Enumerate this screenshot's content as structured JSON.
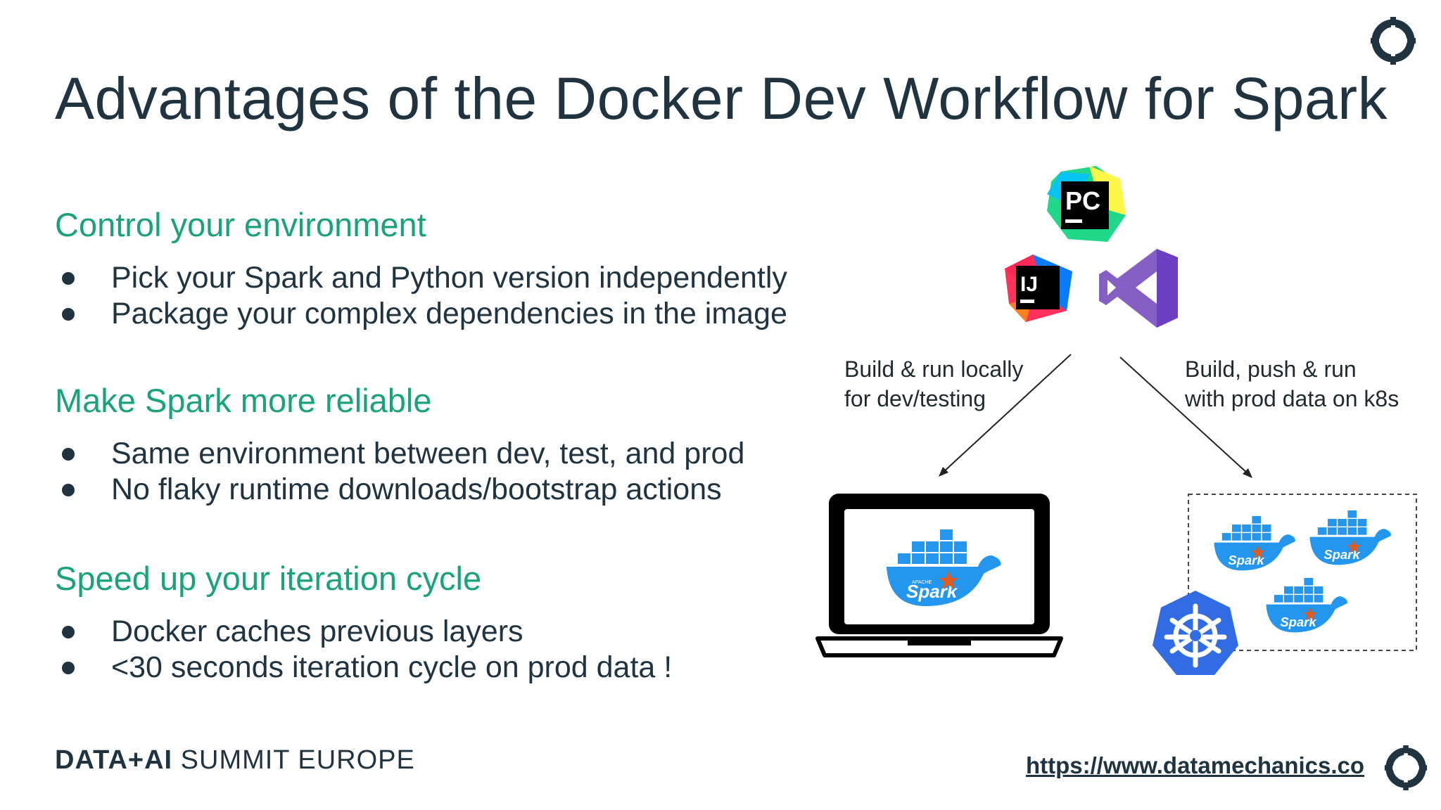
{
  "title": "Advantages of the Docker Dev Workflow for Spark",
  "sections": [
    {
      "heading": "Control your environment",
      "bullets": [
        "Pick your Spark and Python version independently",
        "Package your complex dependencies in the image"
      ]
    },
    {
      "heading": "Make Spark more reliable",
      "bullets": [
        "Same environment between dev, test, and prod",
        "No flaky runtime downloads/bootstrap actions"
      ]
    },
    {
      "heading": "Speed up your iteration cycle",
      "bullets": [
        "Docker caches previous layers",
        "<30 seconds iteration cycle on prod data !"
      ]
    }
  ],
  "diagram": {
    "ide_pycharm_text": "PC",
    "ide_intellij_text": "IJ",
    "left_caption": [
      "Build & run locally",
      "for dev/testing"
    ],
    "right_caption": [
      "Build, push & run",
      "with prod data on k8s"
    ],
    "spark_logo_small_text": "APACHE",
    "spark_logo_text": "Spark"
  },
  "footer": {
    "event_bold": "DATA+AI",
    "event_rest": " SUMMIT EUROPE",
    "link": "https://www.datamechanics.co"
  },
  "colors": {
    "title": "#1f3340",
    "section_heading": "#1aa37a",
    "docker_blue": "#2496ed",
    "kubernetes_blue": "#326ce5",
    "spark_orange": "#e25a1c",
    "vs_purple": "#7b4fc9",
    "brand_navy": "#1f3340"
  },
  "icons": [
    "datamechanics-logo-icon",
    "pycharm-icon",
    "intellij-icon",
    "visual-studio-icon",
    "laptop-icon",
    "docker-spark-whale-icon",
    "kubernetes-icon"
  ]
}
